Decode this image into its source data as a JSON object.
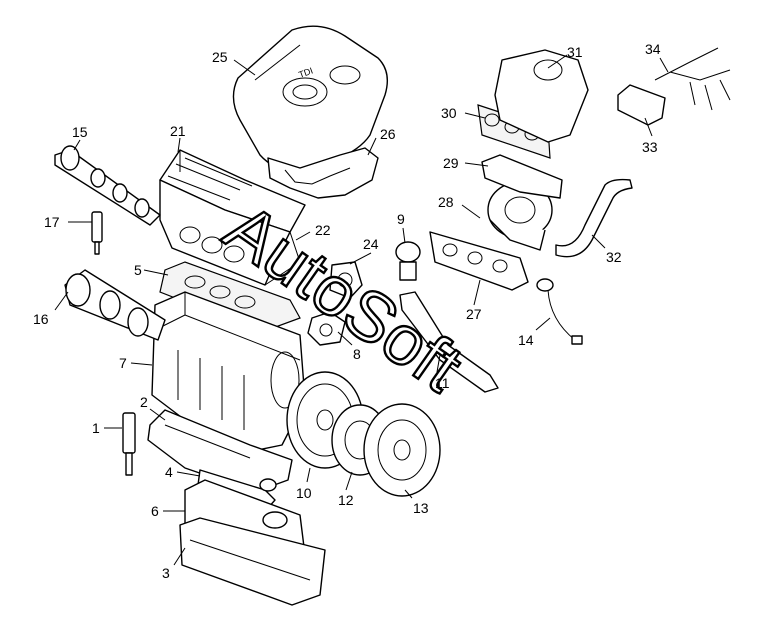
{
  "watermark": "AutoSoft",
  "callouts": {
    "c1": "1",
    "c2": "2",
    "c3": "3",
    "c4": "4",
    "c5": "5",
    "c6": "6",
    "c7": "7",
    "c8": "8",
    "c9": "9",
    "c10": "10",
    "c11": "11",
    "c12": "12",
    "c13": "13",
    "c14": "14",
    "c15": "15",
    "c16": "16",
    "c17": "17",
    "c21": "21",
    "c22": "22",
    "c24": "24",
    "c25": "25",
    "c26": "26",
    "c27": "27",
    "c28": "28",
    "c29": "29",
    "c30": "30",
    "c31": "31",
    "c32": "32",
    "c33": "33",
    "c34": "34"
  },
  "engine_cover_text": "TDI"
}
